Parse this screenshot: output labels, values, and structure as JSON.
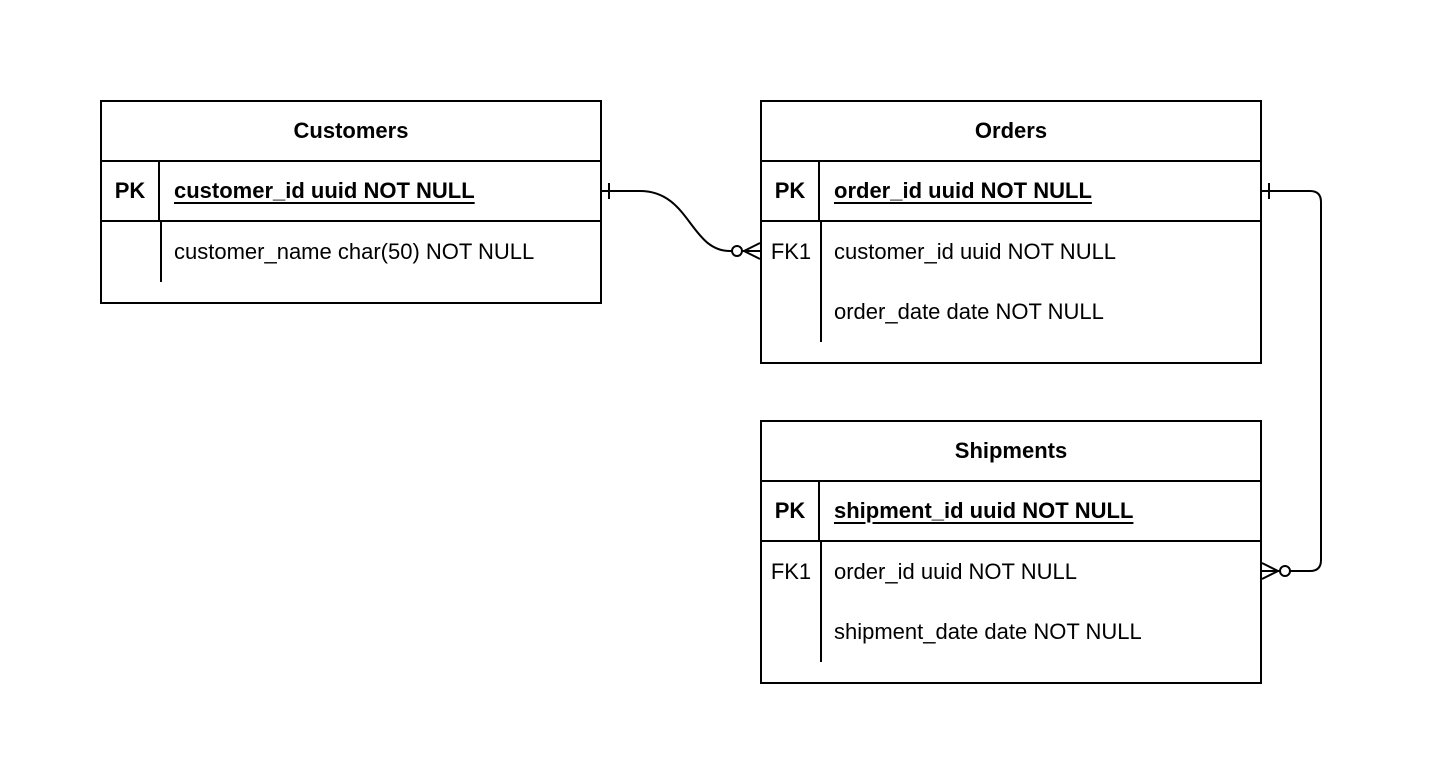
{
  "entities": {
    "customers": {
      "title": "Customers",
      "pk": {
        "key": "PK",
        "field": "customer_id uuid NOT NULL"
      },
      "attributes": [
        {
          "key": "",
          "field": "customer_name char(50) NOT NULL"
        }
      ]
    },
    "orders": {
      "title": "Orders",
      "pk": {
        "key": "PK",
        "field": "order_id uuid NOT NULL"
      },
      "attributes": [
        {
          "key": "FK1",
          "field": "customer_id uuid NOT NULL"
        },
        {
          "key": "",
          "field": "order_date date NOT NULL"
        }
      ]
    },
    "shipments": {
      "title": "Shipments",
      "pk": {
        "key": "PK",
        "field": "shipment_id uuid NOT NULL"
      },
      "attributes": [
        {
          "key": "FK1",
          "field": "order_id uuid NOT NULL"
        },
        {
          "key": "",
          "field": "shipment_date date NOT NULL"
        }
      ]
    }
  },
  "relationships": [
    {
      "from": "customers",
      "to": "orders",
      "from_cardinality": "one",
      "to_cardinality": "zero-or-many"
    },
    {
      "from": "orders",
      "to": "shipments",
      "from_cardinality": "one",
      "to_cardinality": "zero-or-many"
    }
  ]
}
